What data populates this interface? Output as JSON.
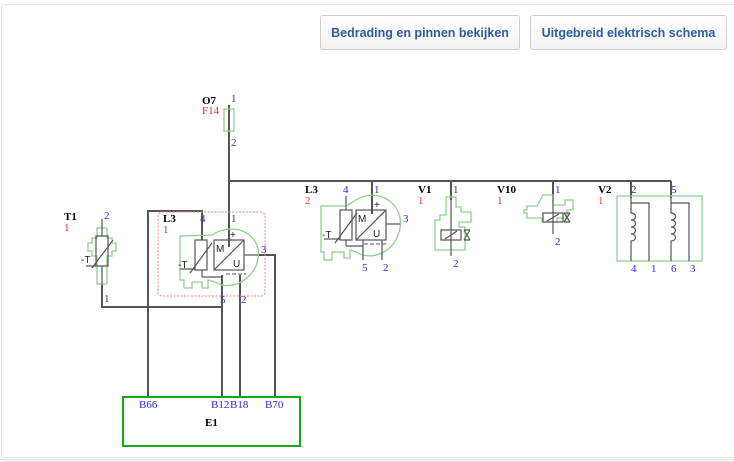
{
  "toolbar": {
    "wiring_button": "Bedrading en pinnen bekijken",
    "extended_schema_button": "Uitgebreid elektrisch schema"
  },
  "components": {
    "O7": {
      "name": "O7",
      "qty": "F14",
      "pins": [
        "1",
        "2"
      ],
      "type": "fuse"
    },
    "T1": {
      "name": "T1",
      "qty": "1",
      "pins": [
        "2",
        "1"
      ],
      "type": "temperature-sensor",
      "symbol": "-T"
    },
    "L3a": {
      "name": "L3",
      "qty": "1",
      "pins": [
        "4",
        "1",
        "3",
        "5",
        "2"
      ],
      "type": "sensor-module",
      "symbol_t": "-T",
      "symbol_m": "M",
      "symbol_u": "U",
      "plus": "+"
    },
    "L3b": {
      "name": "L3",
      "qty": "2",
      "pins": [
        "4",
        "1",
        "3",
        "5",
        "2"
      ],
      "type": "sensor-module",
      "symbol_t": "-T",
      "symbol_m": "M",
      "symbol_u": "U",
      "plus": "+"
    },
    "V1": {
      "name": "V1",
      "qty": "1",
      "pins": [
        "1",
        "2"
      ],
      "type": "solenoid-valve"
    },
    "V10": {
      "name": "V10",
      "qty": "1",
      "pins": [
        "1",
        "2"
      ],
      "type": "solenoid-valve"
    },
    "V2": {
      "name": "V2",
      "qty": "1",
      "pins_top": [
        "2",
        "5"
      ],
      "pins_bottom": [
        "4",
        "1",
        "6",
        "3"
      ],
      "type": "dual-coil"
    },
    "E1": {
      "name": "E1",
      "pins": [
        "B66",
        "B12",
        "B18",
        "B70"
      ],
      "type": "control-unit"
    }
  },
  "colors": {
    "wire": "#555555",
    "component_outline": "#8fd08f",
    "control_unit_border": "#19a619",
    "grouping_box": "#f08080",
    "pin_label": "#2b2bd0",
    "quantity_label": "#e03030",
    "button_text": "#2f5c9e"
  }
}
